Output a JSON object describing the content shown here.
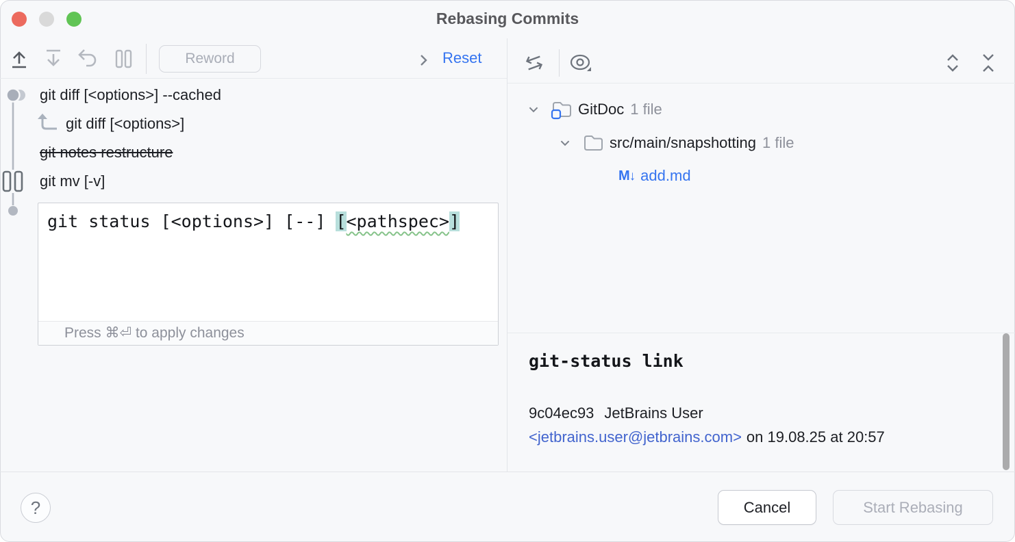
{
  "window": {
    "title": "Rebasing Commits"
  },
  "traffic_lights": {
    "close_color": "#EC6A5E",
    "minimize_color": "#D9D9D9",
    "zoom_color": "#61C455"
  },
  "left_toolbar": {
    "reword_label": "Reword",
    "reset_label": "Reset"
  },
  "icons": {
    "move_up": "arrow-up-from-line",
    "move_down": "arrow-down-to-line",
    "undo": "undo-arrow",
    "pause": "pause-bars",
    "chevron_right": ">",
    "swap": "compare-arrows",
    "preview": "eye-with-dropdown",
    "expand_all": "chevrons-outward",
    "collapse_all": "chevrons-inward",
    "help": "?"
  },
  "commit_list": {
    "rows": [
      {
        "subject": "git diff [<options>] --cached",
        "state": "pick-with-squashed-node"
      },
      {
        "subject": "git diff [<options>]",
        "state": "fixup-into-previous"
      },
      {
        "subject": "git notes restructure",
        "state": "dropped"
      },
      {
        "subject": "git mv [-v]",
        "state": "stop-to-edit"
      }
    ]
  },
  "editor": {
    "text_prefix": "git status [<options>] [--] ",
    "bracket_open": "[",
    "word": "<pathspec>",
    "bracket_close": "]",
    "hint": "Press ⌘⏎ to apply changes"
  },
  "file_tree": {
    "root": {
      "name": "GitDoc",
      "count": "1 file"
    },
    "dir": {
      "name": "src/main/snapshotting",
      "count": "1 file"
    },
    "file": {
      "name": "add.md",
      "icon": "markdown"
    }
  },
  "commit_details": {
    "subject": "git-status link",
    "hash": "9c04ec93",
    "author": "JetBrains User",
    "email": "<jetbrains.user@jetbrains.com>",
    "date": "on 19.08.25 at 20:57"
  },
  "footer": {
    "help_label": "?",
    "cancel_label": "Cancel",
    "start_label": "Start Rebasing"
  },
  "colors": {
    "accent_blue": "#3574F0",
    "link_blue": "#4264CE",
    "bracket_highlight": "#B8DFDC",
    "squiggle_green": "#86C38A",
    "graph_gray": "#B3B8C1"
  }
}
